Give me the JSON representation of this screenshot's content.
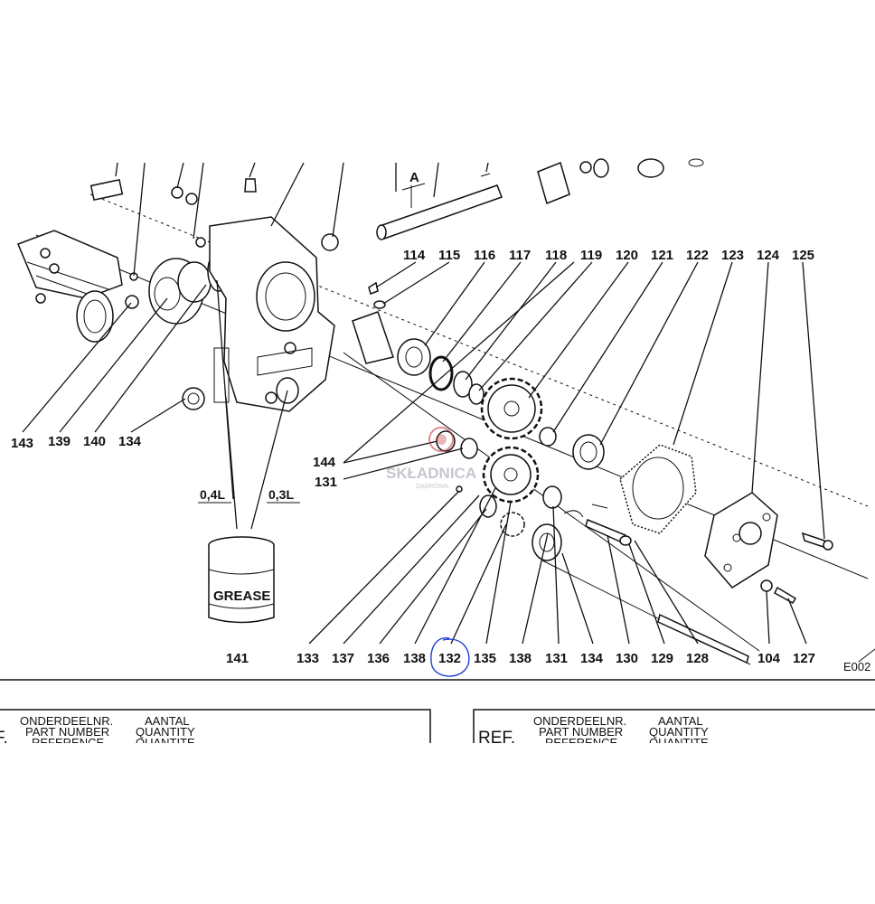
{
  "diagram": {
    "callouts": {
      "top": [
        "114",
        "115",
        "116",
        "117",
        "118",
        "119",
        "120",
        "121",
        "122",
        "123",
        "124",
        "125"
      ],
      "left": [
        "143",
        "139",
        "140",
        "134"
      ],
      "mid": [
        "144",
        "131"
      ],
      "bottom": [
        "133",
        "137",
        "136",
        "138",
        "132",
        "135",
        "138",
        "131",
        "134",
        "130",
        "129",
        "128",
        "104",
        "127"
      ],
      "grease_can": "141"
    },
    "section_marker": "A",
    "grease_amounts": [
      "0,4L",
      "0,3L"
    ],
    "grease_can_label": "GREASE",
    "drawing_code": "E002",
    "highlighted_callout": "132",
    "watermark": {
      "text": "SKŁADNICA",
      "subtext": "DĄBROWA"
    }
  },
  "table_headers": {
    "left": {
      "ref": "F.",
      "part_number": [
        "ONDERDEELNR.",
        "PART NUMBER",
        "REFERENCE"
      ],
      "quantity": [
        "AANTAL",
        "QUANTITY",
        "QUANTITE"
      ]
    },
    "right": {
      "ref": "REF.",
      "part_number": [
        "ONDERDEELNR.",
        "PART NUMBER",
        "REFERENCE"
      ],
      "quantity": [
        "AANTAL",
        "QUANTITY",
        "QUANTITE"
      ]
    }
  },
  "colors": {
    "ink": "#111111",
    "highlight": "#1f3fd1",
    "watermark": "#c0303a"
  }
}
